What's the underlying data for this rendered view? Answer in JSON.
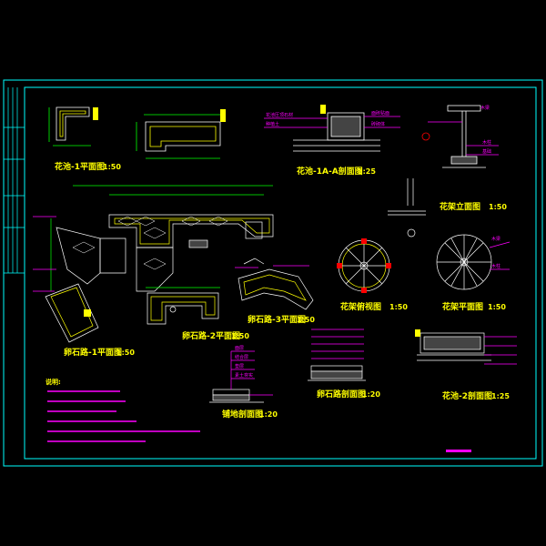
{
  "colors": {
    "background": "#000000",
    "frame": "#00ffff",
    "linework": "#ffffff",
    "titles": "#ffff00",
    "annotations": "#ff00ff",
    "dimensions": "#00ff00",
    "accent_red": "#ff0000"
  },
  "titles": {
    "planter1_plan": "花池-1平面图",
    "planter1_plan_scale": "1:50",
    "planter1_section": "花池-1A-A剖面图",
    "planter1_section_scale": "1:25",
    "pergola_elevation": "花架立面图",
    "pergola_elevation_scale": "1:50",
    "pergola_top": "花架俯视图",
    "pergola_top_scale": "1:50",
    "pergola_plan": "花架平面图",
    "pergola_plan_scale": "1:50",
    "path1_plan": "卵石路-1平面图",
    "path1_plan_scale": "1:50",
    "path2_plan": "卵石路-2平面图",
    "path2_plan_scale": "1:50",
    "path3_plan": "卵石路-3平面图",
    "path3_plan_scale": "1:50",
    "path_section": "卵石路剖面图",
    "path_section_scale": "1:20",
    "paving_section": "铺地剖面图",
    "paving_section_scale": "1:20",
    "planter2_section": "花池-2剖面图",
    "planter2_section_scale": "1:25"
  },
  "notes": {
    "heading": "说明:"
  }
}
